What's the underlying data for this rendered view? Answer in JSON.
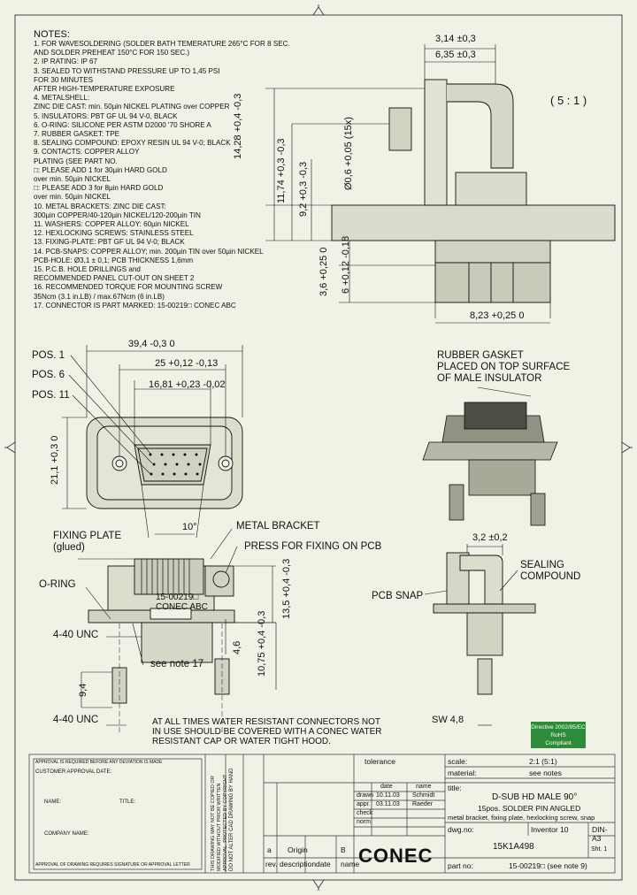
{
  "notes": {
    "title": "NOTES:",
    "lines": [
      "1. FOR WAVESOLDERING (SOLDER BATH TEMERATURE 265°C FOR 8 SEC.",
      "    AND SOLDER PREHEAT 150°C FOR 150 SEC.)",
      "2. IP RATING: IP 67",
      "3. SEALED TO WITHSTAND PRESSURE UP TO 1,45 PSI",
      "    FOR 30 MINUTES",
      "    AFTER HIGH-TEMPERATURE EXPOSURE",
      "4. METALSHELL:",
      "    ZINC DIE CAST: min. 50µin NICKEL PLATING over COPPER",
      "5. INSULATORS: PBT GF UL 94 V-0, BLACK",
      "6. O-RING: SILICONE PER ASTM D2000 '70 SHORE A",
      "7. RUBBER GASKET: TPE",
      "8. SEALING COMPOUND: EPOXY RESIN UL 94 V-0; BLACK",
      "9. CONTACTS: COPPER ALLOY",
      "    PLATING (SEE PART NO.",
      "    □: PLEASE ADD 1 for 30µin HARD GOLD",
      "         over min. 50µin NICKEL",
      "    □: PLEASE ADD 3 for 8µin HARD GOLD",
      "         over min. 50µin NICKEL",
      "10. METAL BRACKETS: ZINC DIE CAST:",
      "    300µin COPPER/40-120µin NICKEL/120-200µin TIN",
      "11. WASHERS: COPPER ALLOY: 60µin NICKEL",
      "12. HEXLOCKING SCREWS: STAINLESS STEEL",
      "13. FIXING-PLATE: PBT GF UL 94 V-0; BLACK",
      "14. PCB-SNAPS: COPPER ALLOY; min. 200µin TIN over 50µin NICKEL",
      "    PCB-HOLE: Ø3,1 ± 0,1; PCB THICKNESS 1,6mm",
      "15. P.C.B. HOLE DRILLINGS and",
      "    RECOMMENDED PANEL CUT-OUT ON SHEET 2",
      "16. RECOMMENDED TORQUE FOR MOUNTING SCREW",
      "    35Ncm (3.1 in.LB) / max.67Ncm (6 in.LB)",
      "17. CONNECTOR IS PART MARKED: 15-00219□ CONEC ABC"
    ]
  },
  "scale_label": "( 5 : 1 )",
  "dimensions": {
    "d_3_14": "3,14 ±0,3",
    "d_6_35": "6,35 ±0,3",
    "d_14_28": "14,28 +0,4 -0,3",
    "d_11_74": "11,74 +0,3 -0,3",
    "d_9_2": "9,2 +0,3 -0,3",
    "d_0_6": "Ø0,6 +0,05 (15x)",
    "d_3_6": "3,6 +0,25 0",
    "d_6": "6 +0,12 -0,18",
    "d_8_23": "8,23 +0,25 0",
    "d_39_4": "39,4 -0,3 0",
    "d_25": "25 +0,12 -0,13",
    "d_16_81": "16,81 +0,23 -0,02",
    "d_21_1": "21,1 +0,3 0",
    "d_10deg": "10°",
    "d_13_5": "13,5 +0,4 -0,3",
    "d_4_6": "4,6",
    "d_10_75": "10,75 +0,4 -0,3",
    "d_9_4": "9,4",
    "d_3_2": "3,2 ±0,2",
    "d_sw": "SW 4,8"
  },
  "labels": {
    "pos1": "POS. 1",
    "pos6": "POS. 6",
    "pos11": "POS. 11",
    "rubber_gasket": [
      "RUBBER GASKET",
      "PLACED ON TOP SURFACE",
      "OF MALE INSULATOR"
    ],
    "fixing_plate": [
      "FIXING PLATE",
      "(glued)"
    ],
    "metal_bracket": "METAL BRACKET",
    "press_fixing": "PRESS FOR FIXING ON PCB",
    "o_ring": "O-RING",
    "unc_1": "4-40 UNC",
    "unc_2": "4-40 UNC",
    "see_note": "see note 17",
    "sealing_compound": [
      "SEALING",
      "COMPOUND"
    ],
    "pcb_snap": "PCB SNAP",
    "water_note": [
      "AT ALL TIMES WATER RESISTANT CONNECTORS NOT",
      "IN USE SHOULD BE COVERED WITH A CONEC WATER",
      "RESISTANT CAP OR WATER TIGHT HOOD."
    ],
    "part_mark": [
      "15-00219□",
      "CONEC ABC"
    ]
  },
  "rohs_badge": [
    "Directive 2002/95/EC",
    "RoHS",
    "Compliant"
  ],
  "title_block": {
    "tolerance_label": "tolerance",
    "scale_label": "scale:",
    "scale_value": "2:1 (5:1)",
    "material_label": "material:",
    "material_value": "see notes",
    "title_label": "title:",
    "title_lines": [
      "D-SUB HD MALE 90°",
      "15pos. SOLDER PIN ANGLED",
      "metal bracket, fixing plate, hexlocking screw, snap"
    ],
    "date_col": "date",
    "name_col": "name",
    "drawn_label": "drawn",
    "drawn_date": "10.11.03",
    "drawn_name": "Schmidt",
    "appr_label": "appr.",
    "appr_date": "03.11.03",
    "appr_name": "Raeder",
    "check_label": "check",
    "norm_label": "norm",
    "dwg_label": "dwg.no:",
    "inventor_label": "Inventor 10",
    "din_label": "DIN-A3",
    "dwg_no": "15K1A498",
    "sheet_label": "Sht. 1",
    "logo": "CONEC",
    "part_label": "part no:",
    "part_no": "15-00219□ (see note 9)",
    "rev_cols": [
      "rev.",
      "description",
      "date",
      "name"
    ],
    "rev_a": "a",
    "rev_a_desc": "Origin",
    "rev_ref": "B",
    "company_name": "COMPANY NAME:",
    "customer_approval": "CUSTOMER APPROVAL DATE:",
    "name_field": "NAME:",
    "title_field": "TITLE:",
    "approval_header": "APPROVAL IS REQUIRED BEFORE ANY DEVIATION IS MADE",
    "approval_footer": "APPROVAL OF DRAWING REQUIRES SIGNATURE OR APPROVAL LETTER",
    "copyright_lines": [
      "THIS DRAWING MAY NOT BE COPIED OR",
      "MODIFIED WITHOUT PRIOR WRITTEN",
      "APPROVAL. PROTECTED BY COPYRIGHT"
    ],
    "do_not_alter": "DO NOT ALTER CAD DRAWING BY HAND"
  }
}
